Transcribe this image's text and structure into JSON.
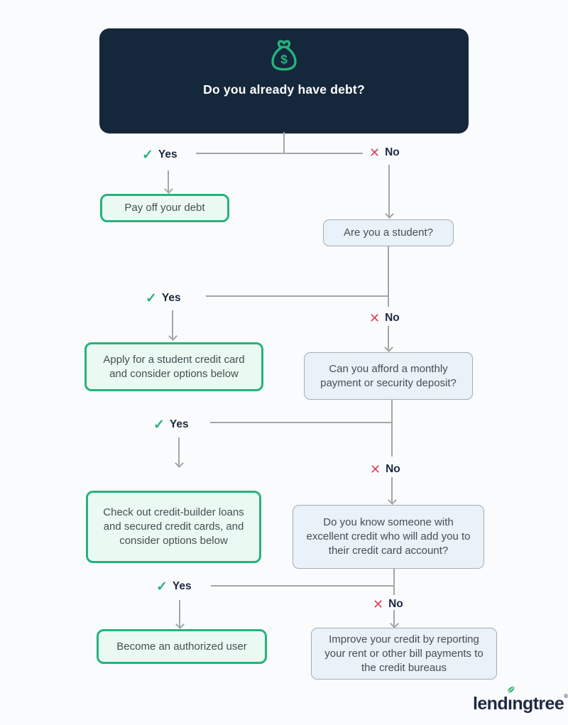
{
  "labels": {
    "yes": "Yes",
    "no": "No"
  },
  "glyphs": {
    "check": "✓",
    "cross": "✕"
  },
  "flow": {
    "root_question": "Do you already have debt?",
    "green_outcomes": [
      "Pay off your debt",
      "Apply for a student credit card\nand consider options below",
      "Check out credit-builder loans\nand secured credit cards, and\nconsider options below",
      "Become an authorized user"
    ],
    "right_questions": [
      "Are you a student?",
      "Can you afford a monthly\npayment or security deposit?",
      "Do you know someone with\nexcellent credit who will add you to\ntheir credit card account?"
    ],
    "final_outcome": "Improve your credit by reporting\nyour rent or other bill payments to\nthe credit bureaus"
  },
  "logo": {
    "before": "lend",
    "i": "ı",
    "after": "ngtree",
    "reg": "®"
  },
  "colors": {
    "header_navy": "#15273b",
    "brand_green": "#25b37c",
    "green_box_fill": "#eafaf3",
    "question_box_fill": "#e9f1f9",
    "question_box_border": "#a3adb8",
    "connector_gray": "#a5a5a5",
    "label_navy": "#1b2843",
    "box_text": "#474d52",
    "cross_red": "#d9415e",
    "logo_navy": "#1e2a44"
  }
}
